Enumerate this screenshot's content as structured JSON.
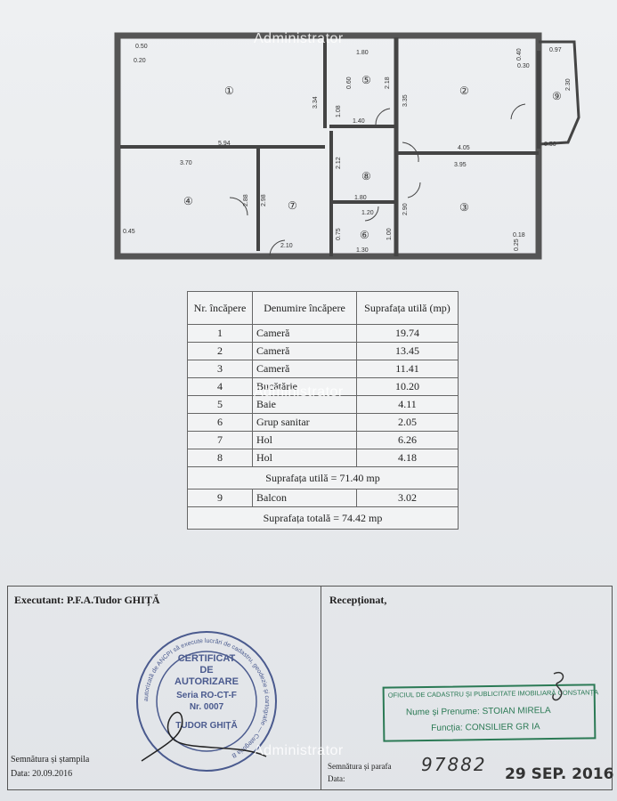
{
  "watermarks": [
    "Administrator",
    "Administrator",
    "Administrator"
  ],
  "plan": {
    "room_numbers": [
      "①",
      "②",
      "③",
      "④",
      "⑤",
      "⑥",
      "⑦",
      "⑧",
      "⑨"
    ],
    "dimensions": [
      "0.50",
      "0.20",
      "3.34",
      "5.94",
      "1.80",
      "0.60",
      "2.18",
      "1.08",
      "1.40",
      "0.40",
      "0.30",
      "0.97",
      "2.30",
      "3.35",
      "4.05",
      "0.50",
      "3.70",
      "2.88",
      "2.98",
      "2.12",
      "3.95",
      "0.45",
      "1.80",
      "1.20",
      "2.90",
      "0.75",
      "1.30",
      "1.00",
      "0.18",
      "0.25",
      "2.10"
    ]
  },
  "table": {
    "headers": [
      "Nr. încăpere",
      "Denumire încăpere",
      "Suprafața utilă (mp)"
    ],
    "rows": [
      {
        "nr": "1",
        "name": "Cameră",
        "area": "19.74"
      },
      {
        "nr": "2",
        "name": "Cameră",
        "area": "13.45"
      },
      {
        "nr": "3",
        "name": "Cameră",
        "area": "11.41"
      },
      {
        "nr": "4",
        "name": "Bucătărie",
        "area": "10.20"
      },
      {
        "nr": "5",
        "name": "Baie",
        "area": "4.11"
      },
      {
        "nr": "6",
        "name": "Grup sanitar",
        "area": "2.05"
      },
      {
        "nr": "7",
        "name": "Hol",
        "area": "6.26"
      },
      {
        "nr": "8",
        "name": "Hol",
        "area": "4.18"
      }
    ],
    "useful_total": "Suprafața utilă =  71.40 mp",
    "balcony": {
      "nr": "9",
      "name": "Balcon",
      "area": "3.02"
    },
    "grand_total": "Suprafața totală =  74.42 mp"
  },
  "executant": {
    "label": "Executant: P.F.A.Tudor GHIȚĂ",
    "sig": "Semnătura și ștampila",
    "date": "Data: 20.09.2016"
  },
  "seal": {
    "center_lines": [
      "CERTIFICAT",
      "DE",
      "AUTORIZARE",
      "Seria RO-CT-F",
      "Nr. 0007",
      "TUDOR GHIȚĂ"
    ],
    "ring": "autorizată de ANCPI să execute lucrări de cadastru, geodezie și cartografie — Categoria B"
  },
  "receptionat": {
    "label": "Recepționat,",
    "sig": "Semnătura și parafa",
    "date": "Data:"
  },
  "ocpi": {
    "header": "OFICIUL DE CADASTRU ȘI PUBLICITATE IMOBILIARĂ CONSTANȚA",
    "name": "Nume și Prenume: STOIAN MIRELA",
    "function": "Funcția: CONSILIER GR IA"
  },
  "handwriting": {
    "number": "97882",
    "date": "29 SEP. 2016"
  }
}
